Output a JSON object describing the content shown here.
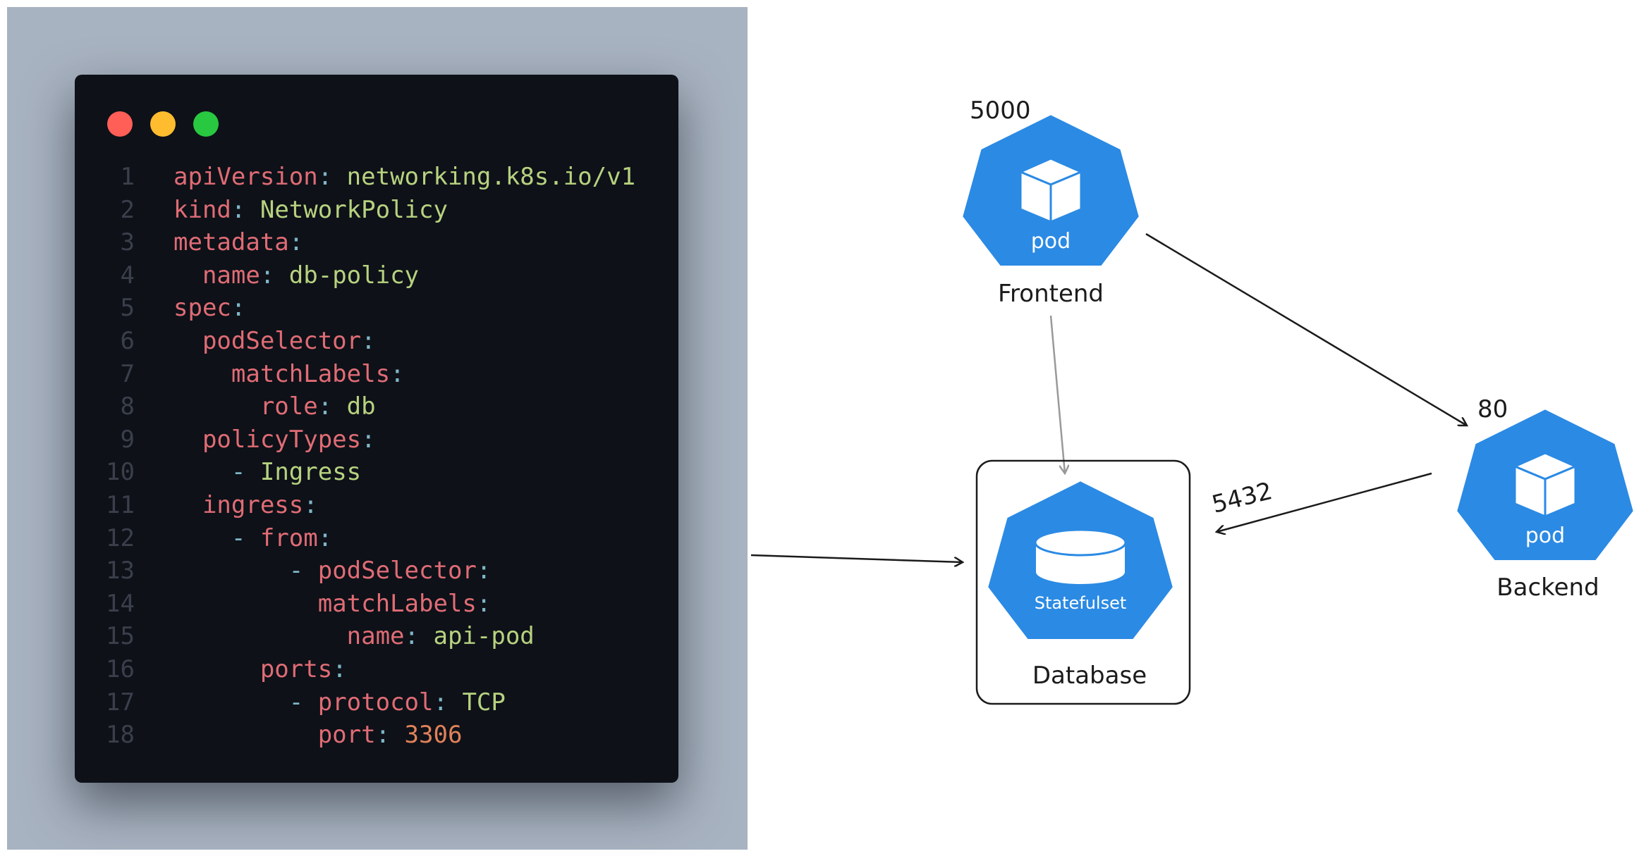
{
  "window_controls": {
    "close_color": "#ff5f57",
    "minimize_color": "#febc2e",
    "maximize_color": "#28c840"
  },
  "code": {
    "language": "yaml",
    "lines": [
      {
        "n": "1",
        "indent": "",
        "dash": "",
        "key": "apiVersion",
        "value": "networking.k8s.io/v1",
        "value_type": "string"
      },
      {
        "n": "2",
        "indent": "",
        "dash": "",
        "key": "kind",
        "value": "NetworkPolicy",
        "value_type": "string"
      },
      {
        "n": "3",
        "indent": "",
        "dash": "",
        "key": "metadata",
        "value": "",
        "value_type": "none"
      },
      {
        "n": "4",
        "indent": "  ",
        "dash": "",
        "key": "name",
        "value": "db-policy",
        "value_type": "string"
      },
      {
        "n": "5",
        "indent": "",
        "dash": "",
        "key": "spec",
        "value": "",
        "value_type": "none"
      },
      {
        "n": "6",
        "indent": "  ",
        "dash": "",
        "key": "podSelector",
        "value": "",
        "value_type": "none"
      },
      {
        "n": "7",
        "indent": "    ",
        "dash": "",
        "key": "matchLabels",
        "value": "",
        "value_type": "none"
      },
      {
        "n": "8",
        "indent": "      ",
        "dash": "",
        "key": "role",
        "value": "db",
        "value_type": "string"
      },
      {
        "n": "9",
        "indent": "  ",
        "dash": "",
        "key": "policyTypes",
        "value": "",
        "value_type": "none"
      },
      {
        "n": "10",
        "indent": "    ",
        "dash": "- ",
        "key": "",
        "value": "Ingress",
        "value_type": "string"
      },
      {
        "n": "11",
        "indent": "  ",
        "dash": "",
        "key": "ingress",
        "value": "",
        "value_type": "none"
      },
      {
        "n": "12",
        "indent": "    ",
        "dash": "- ",
        "key": "from",
        "value": "",
        "value_type": "none"
      },
      {
        "n": "13",
        "indent": "        ",
        "dash": "- ",
        "key": "podSelector",
        "value": "",
        "value_type": "none"
      },
      {
        "n": "14",
        "indent": "          ",
        "dash": "",
        "key": "matchLabels",
        "value": "",
        "value_type": "none"
      },
      {
        "n": "15",
        "indent": "            ",
        "dash": "",
        "key": "name",
        "value": "api-pod",
        "value_type": "string"
      },
      {
        "n": "16",
        "indent": "      ",
        "dash": "",
        "key": "ports",
        "value": "",
        "value_type": "none"
      },
      {
        "n": "17",
        "indent": "        ",
        "dash": "- ",
        "key": "protocol",
        "value": "TCP",
        "value_type": "string"
      },
      {
        "n": "18",
        "indent": "          ",
        "dash": "",
        "key": "port",
        "value": "3306",
        "value_type": "number"
      }
    ]
  },
  "diagram": {
    "icon_color": "#2b8ae4",
    "frontend": {
      "label": "Frontend",
      "icon_text": "pod",
      "port": "5000",
      "icon": "pod-icon"
    },
    "backend": {
      "label": "Backend",
      "icon_text": "pod",
      "port": "80",
      "icon": "pod-icon"
    },
    "database": {
      "label": "Database",
      "icon_text": "Statefulset",
      "port": "5432",
      "icon": "statefulset-icon"
    }
  }
}
